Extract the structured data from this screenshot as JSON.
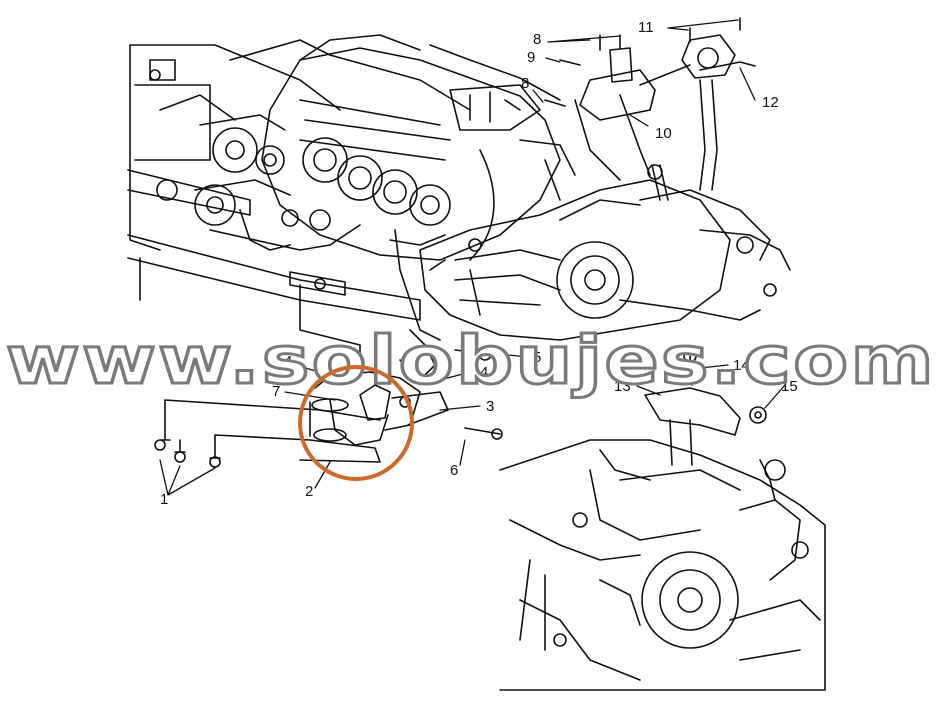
{
  "watermark": {
    "text": "www.solobujes.com",
    "color": "#7a7a7a"
  },
  "highlight": {
    "color": "#cc6a2c",
    "target_part": "2"
  },
  "callouts": [
    {
      "id": "c1",
      "label": "1"
    },
    {
      "id": "c2",
      "label": "2"
    },
    {
      "id": "c3",
      "label": "3"
    },
    {
      "id": "c4a",
      "label": "4"
    },
    {
      "id": "c4b",
      "label": "4"
    },
    {
      "id": "c5",
      "label": "5"
    },
    {
      "id": "c6",
      "label": "6"
    },
    {
      "id": "c7",
      "label": "7"
    },
    {
      "id": "c8a",
      "label": "8"
    },
    {
      "id": "c8b",
      "label": "8"
    },
    {
      "id": "c9",
      "label": "9"
    },
    {
      "id": "c10",
      "label": "10"
    },
    {
      "id": "c11",
      "label": "11"
    },
    {
      "id": "c12",
      "label": "12"
    },
    {
      "id": "c13",
      "label": "13"
    },
    {
      "id": "c14",
      "label": "14"
    },
    {
      "id": "c15",
      "label": "15"
    }
  ]
}
